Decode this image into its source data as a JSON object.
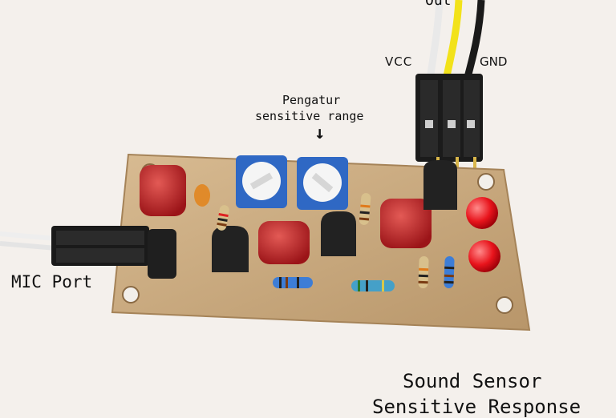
{
  "labels": {
    "out": "Out",
    "vcc": "VCC",
    "gnd": "GND",
    "pengatur_line1": "Pengatur",
    "pengatur_line2": "sensitive range",
    "arrow": "↓",
    "mic_port": "MIC Port",
    "title_line1": "Sound Sensor",
    "title_line2": "Sensitive Response"
  },
  "colors": {
    "background": "#f4f0ec",
    "pcb": "#c9a77c",
    "capacitor_red": "#c8262a",
    "trimpot_blue": "#2f68c4",
    "led_red": "#e8141c",
    "wire_yellow": "#f2e21a",
    "wire_white": "#ffffff",
    "wire_black": "#1a1a1a"
  }
}
